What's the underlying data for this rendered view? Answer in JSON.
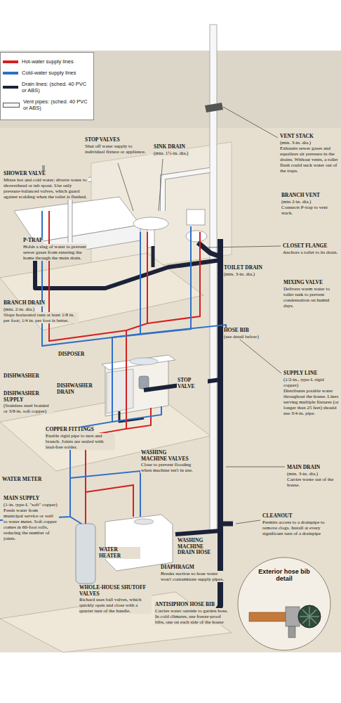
{
  "diagram": {
    "nodes": [
      {
        "text": [
          "Exterior hose bib detail"
        ]
      }
    ],
    "labels": [
      "STOP VALVES",
      "Shut off water supply to individual fixture or appliance.",
      "SINK DRAIN",
      "(min. 1½-in. dia.)",
      "VENT STACK",
      "(min. 3-in. dia.)",
      "Exhausts sewer gases and equalizes air pressure in the drains. Without vents, a toilet flush could suck water out of the traps.",
      "SHOWER VALVE",
      "Mixes hot and cold water; diverts water to showerhead or tub spout. Use only pressure-balanced valves, which guard against scalding when the toilet is flushed.",
      "P-TRAP",
      "Holds a slug of water to prevent sewer gases from entering the home through the main drain.",
      "BRANCH VENT",
      "(min 2-in. dia.)",
      "Connects P-trap to vent stack.",
      "CLOSET FLANGE",
      "Anchors a toilet to its drain.",
      "TOILET DRAIN",
      "(min. 3-in. dia.)",
      "MIXING VALVE",
      "Delivers warm water to toilet tank to prevent condensation on humid days.",
      "BRANCH DRAIN",
      "(min. 2-in. dia.)",
      "Slope horizontal runs at least 1/8 in. per foot; 1/4 in. per foot is better.",
      "HOSE BIB",
      "(see detail below)",
      "DISPOSER",
      "DISHWASHER",
      "DISHWASHER DRAIN",
      "DISHWASHER SUPPLY",
      "(Stainless steel braided or 3/8-in. soft copper)",
      "STOP VALVE",
      "SUPPLY LINE",
      "(1/2-in., type-L rigid copper)",
      "Distributes potable water throughout the house. Lines serving multiple fixtures (or longer than 25 feet) should use 3/4-in. pipe.",
      "COPPER FITTINGS",
      "Enable rigid pipe to turn and branch. Joints are sealed with lead-free solder.",
      "WASHING MACHINE VALVES",
      "Close to prevent flooding when machine isn't in use.",
      "WATER METER",
      "MAIN DRAIN",
      "(min. 3-in. dia.)",
      "Carries waste out of the house.",
      "MAIN SUPPLY",
      "(1-in. type-L \"soft\" copper)",
      "Feeds water from municipal service or well to water meter. Soft copper comes in 60-foot rolls, reducing the number of joints.",
      "CLEANOUT",
      "Permits access to a drainpipe to remove clogs. Install at every significant turn of a drainpipe",
      "WATER HEATER",
      "WASHING MACHINE DRAIN HOSE",
      "DIAPHRAGM",
      "Breaks suction so hose water won't contaminate supply pipes.",
      "WHOLE-HOUSE SHUTOFF VALVES",
      "Richard uses ball valves, which quickly open and close with a quarter turn of the handle.",
      "ANTISIPHON HOSE BIB",
      "Carries water outside to garden hose. In cold climates, use freeze-proof bibs, one on each side of the house"
    ],
    "legend": [
      {
        "text": "Hot-water supply lines",
        "color": "#d42020"
      },
      {
        "text": "Cold-water supply lines",
        "color": "#2f6fc8"
      },
      {
        "text": "Drain lines: (sched. 40 PVC or ABS)",
        "color": "#1b2238"
      },
      {
        "text": "Vent pipes: (sched. 40 PVC or ABS)",
        "color": "#f7f7f7"
      }
    ]
  }
}
